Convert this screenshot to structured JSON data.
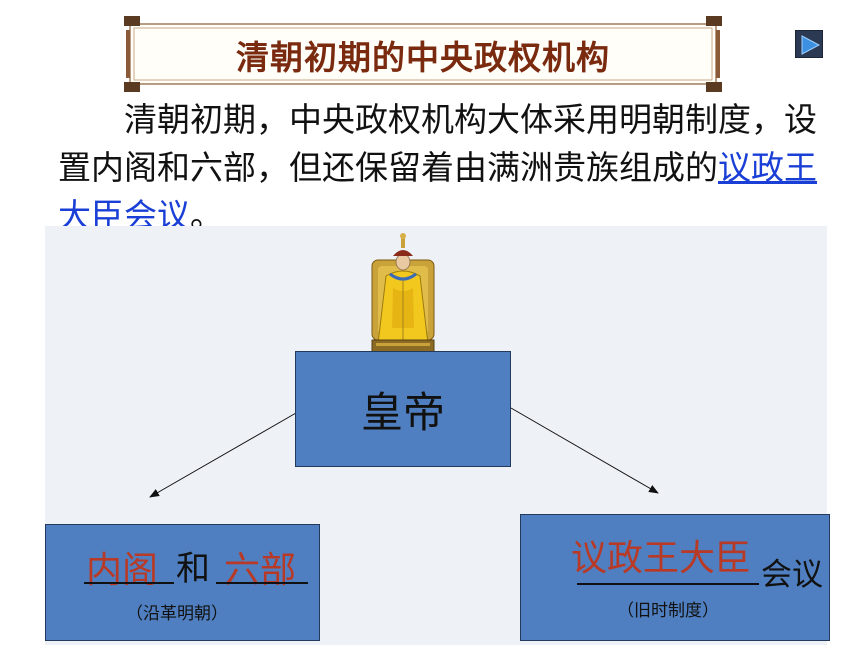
{
  "title": "清朝初期的中央政权机构",
  "intro": {
    "text_before": "清朝初期，中央政权机构大体采用明朝制度，设置内阁和六部，但还保留着由满洲贵族组成的",
    "link": "议政王大臣会议",
    "text_after": "。"
  },
  "diagram": {
    "emperor": "皇帝",
    "cabinet": {
      "answer1": "内阁",
      "connector": "和",
      "answer2": "六部",
      "note": "（沿革明朝）"
    },
    "council": {
      "answer": "议政王大臣",
      "suffix": "会议",
      "note": "（旧时制度）"
    }
  },
  "colors": {
    "title": "#7a2a0f",
    "box_fill": "#4f7fc0",
    "answer_text": "#b83a26",
    "link": "#1a3fd6"
  },
  "icons": {
    "play": "play-icon",
    "emperor": "emperor-portrait-icon"
  }
}
